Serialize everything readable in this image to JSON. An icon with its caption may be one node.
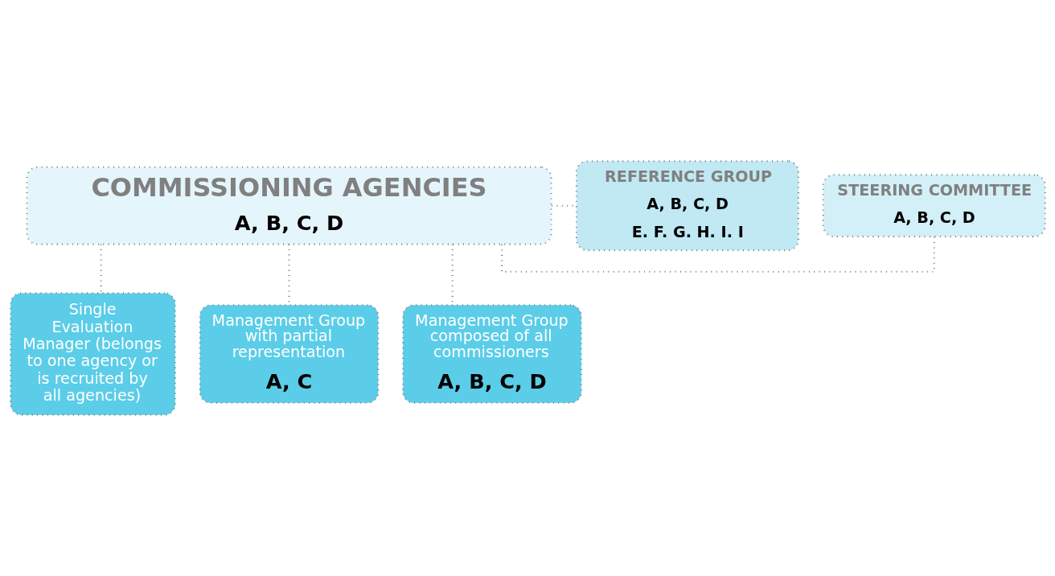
{
  "diagram": {
    "nodes": [
      {
        "text": [
          "COMMISSIONING AGENCIES",
          "A, B, C, D"
        ]
      },
      {
        "text": [
          "STEERING COMMITTEE",
          "A, B, C, D"
        ]
      },
      {
        "text": [
          "REFERENCE GROUP",
          "A, B, C, D",
          "E. F. G. H. I. I"
        ]
      },
      {
        "text": [
          "Single Evaluation Manager (belongs to one agency or is recruited by all agencies)"
        ]
      },
      {
        "text": [
          "Management Group with partial representation",
          "A, C"
        ]
      },
      {
        "text": [
          "Management Group composed of all commissioners",
          "A, B, C, D"
        ]
      }
    ],
    "edges": [
      {
        "from": 0,
        "to": 1,
        "arrow": "none"
      },
      {
        "from": 0,
        "to": 2,
        "arrow": "none"
      },
      {
        "from": 0,
        "to": 3,
        "arrow": "none"
      },
      {
        "from": 0,
        "to": 4,
        "arrow": "none"
      },
      {
        "from": 0,
        "to": 5,
        "arrow": "none"
      }
    ]
  }
}
